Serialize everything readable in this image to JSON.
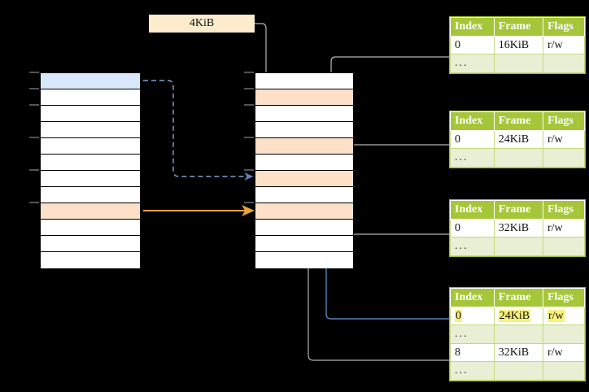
{
  "diagram": {
    "title": "page-table-walk-diagram",
    "background_color": "#000000",
    "size_label": {
      "text": "4KiB",
      "bg": "#FCEBCC"
    },
    "colors": {
      "table_header_green": "#A5C639",
      "table_border_green": "#9BBE2E",
      "ellipsis_row_bg": "#E8EFD4",
      "highlight_yellow": "#FAF07A",
      "selected_cell_blue": "#DAE8FB",
      "selected_cell_peach": "#FCE0C8",
      "connector_gray": "#B3B3B3",
      "connector_blue": "#5B82B8",
      "connector_orange": "#E8A33D"
    },
    "left_grid": {
      "name": "virtual-address-space-column",
      "row_count": 12,
      "rows": [
        {
          "index": 0,
          "fill": "blue"
        },
        {
          "index": 1,
          "fill": "white"
        },
        {
          "index": 2,
          "fill": "white"
        },
        {
          "index": 3,
          "fill": "white"
        },
        {
          "index": 4,
          "fill": "white"
        },
        {
          "index": 5,
          "fill": "white"
        },
        {
          "index": 6,
          "fill": "white"
        },
        {
          "index": 7,
          "fill": "white"
        },
        {
          "index": 8,
          "fill": "peach"
        },
        {
          "index": 9,
          "fill": "white"
        },
        {
          "index": 10,
          "fill": "white"
        },
        {
          "index": 11,
          "fill": "white"
        }
      ]
    },
    "middle_grid": {
      "name": "physical-memory-column",
      "row_count": 12,
      "rows": [
        {
          "index": 0,
          "fill": "white"
        },
        {
          "index": 1,
          "fill": "peach"
        },
        {
          "index": 2,
          "fill": "white"
        },
        {
          "index": 3,
          "fill": "white"
        },
        {
          "index": 4,
          "fill": "peach"
        },
        {
          "index": 5,
          "fill": "white"
        },
        {
          "index": 6,
          "fill": "peach"
        },
        {
          "index": 7,
          "fill": "white"
        },
        {
          "index": 8,
          "fill": "peach"
        },
        {
          "index": 9,
          "fill": "white"
        },
        {
          "index": 10,
          "fill": "white"
        },
        {
          "index": 11,
          "fill": "white"
        }
      ]
    },
    "page_tables": [
      {
        "id": "page-table-1",
        "headers": [
          "Index",
          "Frame",
          "Flags"
        ],
        "rows": [
          {
            "cells": [
              "0",
              "16KiB",
              "r/w"
            ],
            "ellipsis": false,
            "highlight": []
          },
          {
            "cells": [
              "...",
              "",
              ""
            ],
            "ellipsis": true,
            "highlight": []
          }
        ]
      },
      {
        "id": "page-table-2",
        "headers": [
          "Index",
          "Frame",
          "Flags"
        ],
        "rows": [
          {
            "cells": [
              "0",
              "24KiB",
              "r/w"
            ],
            "ellipsis": false,
            "highlight": []
          },
          {
            "cells": [
              "...",
              "",
              ""
            ],
            "ellipsis": true,
            "highlight": []
          }
        ]
      },
      {
        "id": "page-table-3",
        "headers": [
          "Index",
          "Frame",
          "Flags"
        ],
        "rows": [
          {
            "cells": [
              "0",
              "32KiB",
              "r/w"
            ],
            "ellipsis": false,
            "highlight": []
          },
          {
            "cells": [
              "...",
              "",
              ""
            ],
            "ellipsis": true,
            "highlight": []
          }
        ]
      },
      {
        "id": "page-table-4",
        "headers": [
          "Index",
          "Frame",
          "Flags"
        ],
        "rows": [
          {
            "cells": [
              "0",
              "24KiB",
              "r/w"
            ],
            "ellipsis": false,
            "highlight": [
              0,
              1,
              2
            ]
          },
          {
            "cells": [
              "...",
              "",
              ""
            ],
            "ellipsis": true,
            "highlight": []
          },
          {
            "cells": [
              "8",
              "32KiB",
              "r/w"
            ],
            "ellipsis": false,
            "highlight": []
          },
          {
            "cells": [
              "...",
              "",
              ""
            ],
            "ellipsis": true,
            "highlight": []
          }
        ]
      }
    ]
  }
}
